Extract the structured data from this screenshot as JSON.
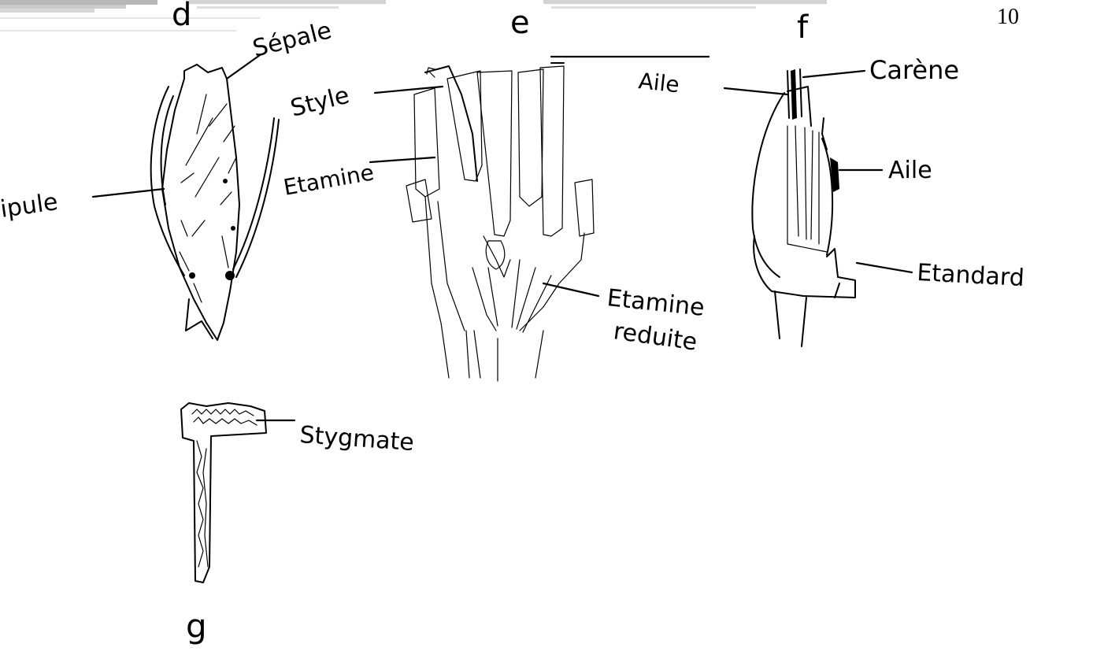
{
  "page_number": "10",
  "figures": {
    "d": {
      "letter": "d",
      "labels": {
        "sepale": "Sépale",
        "stipule": "ipule"
      }
    },
    "e": {
      "letter": "e",
      "labels": {
        "style": "Style",
        "etamine": "Etamine",
        "etamine_reduite_line1": "Etamine",
        "etamine_reduite_line2": "reduite"
      }
    },
    "f": {
      "letter": "f",
      "labels": {
        "aile_top": "Aile",
        "carene": "Carène",
        "aile_right": "Aile",
        "etandard": "Etandard"
      }
    },
    "g": {
      "letter": "g",
      "labels": {
        "stygmate": "Stygmate"
      }
    }
  },
  "colors": {
    "ink": "#000000",
    "scan_shade": "#7d7d7d",
    "paper": "#ffffff"
  }
}
